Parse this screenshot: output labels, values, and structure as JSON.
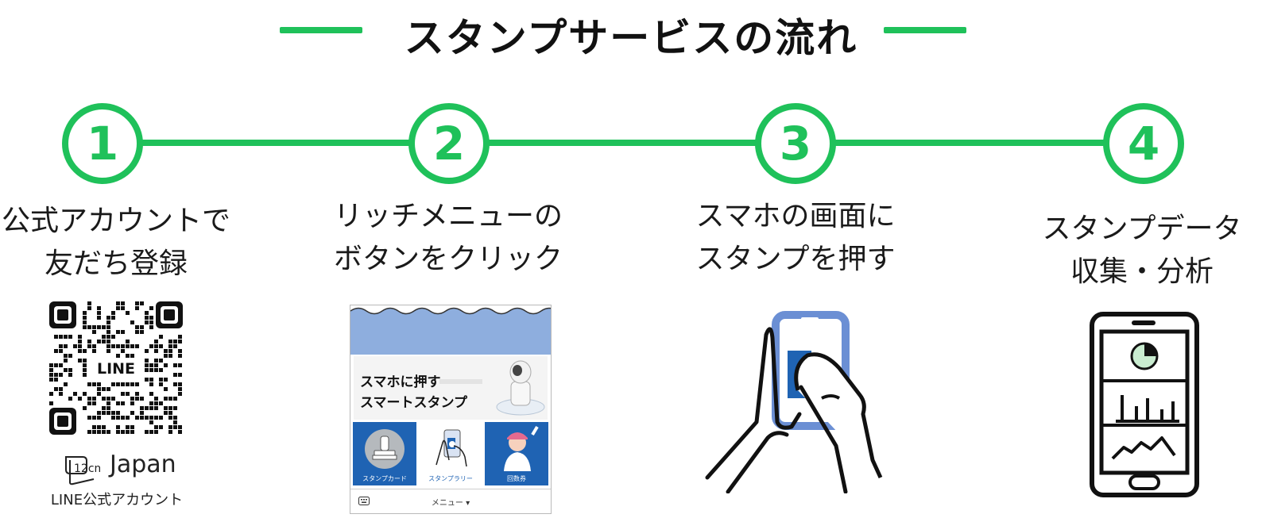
{
  "title": "スタンプサービスの流れ",
  "colors": {
    "accent": "#1fc15a",
    "menu_blue": "#8eaede",
    "tile_blue": "#1f63b3"
  },
  "steps": [
    {
      "number": "1",
      "line1": "公式アカウントで",
      "line2": "友だち登録"
    },
    {
      "number": "2",
      "line1": "リッチメニューの",
      "line2": "ボタンをクリック"
    },
    {
      "number": "3",
      "line1": "スマホの画面に",
      "line2": "スタンプを押す"
    },
    {
      "number": "4",
      "line1": "スタンプデータ",
      "line2": "収集・分析"
    }
  ],
  "qr": {
    "center_label": "LINE",
    "brand": "Japan",
    "brand_logo_text": "12cm",
    "caption": "LINE公式アカウント"
  },
  "rich_menu": {
    "banner_line1": "スマホに押す",
    "banner_line2": "スマートスタンプ",
    "tiles": [
      {
        "label": "スタンプカード",
        "icon": "stamp-icon"
      },
      {
        "label": "スタンプラリー",
        "icon": "phone-tap-icon"
      },
      {
        "label": "回数券",
        "icon": "person-icon"
      }
    ],
    "bottom_label": "メニュー ▾",
    "keyboard_icon": "keyboard-icon"
  },
  "icons": [
    "hand-phone-stamp-icon",
    "analytics-phone-icon",
    "pie-chart-icon",
    "bar-chart-icon",
    "line-chart-icon"
  ]
}
